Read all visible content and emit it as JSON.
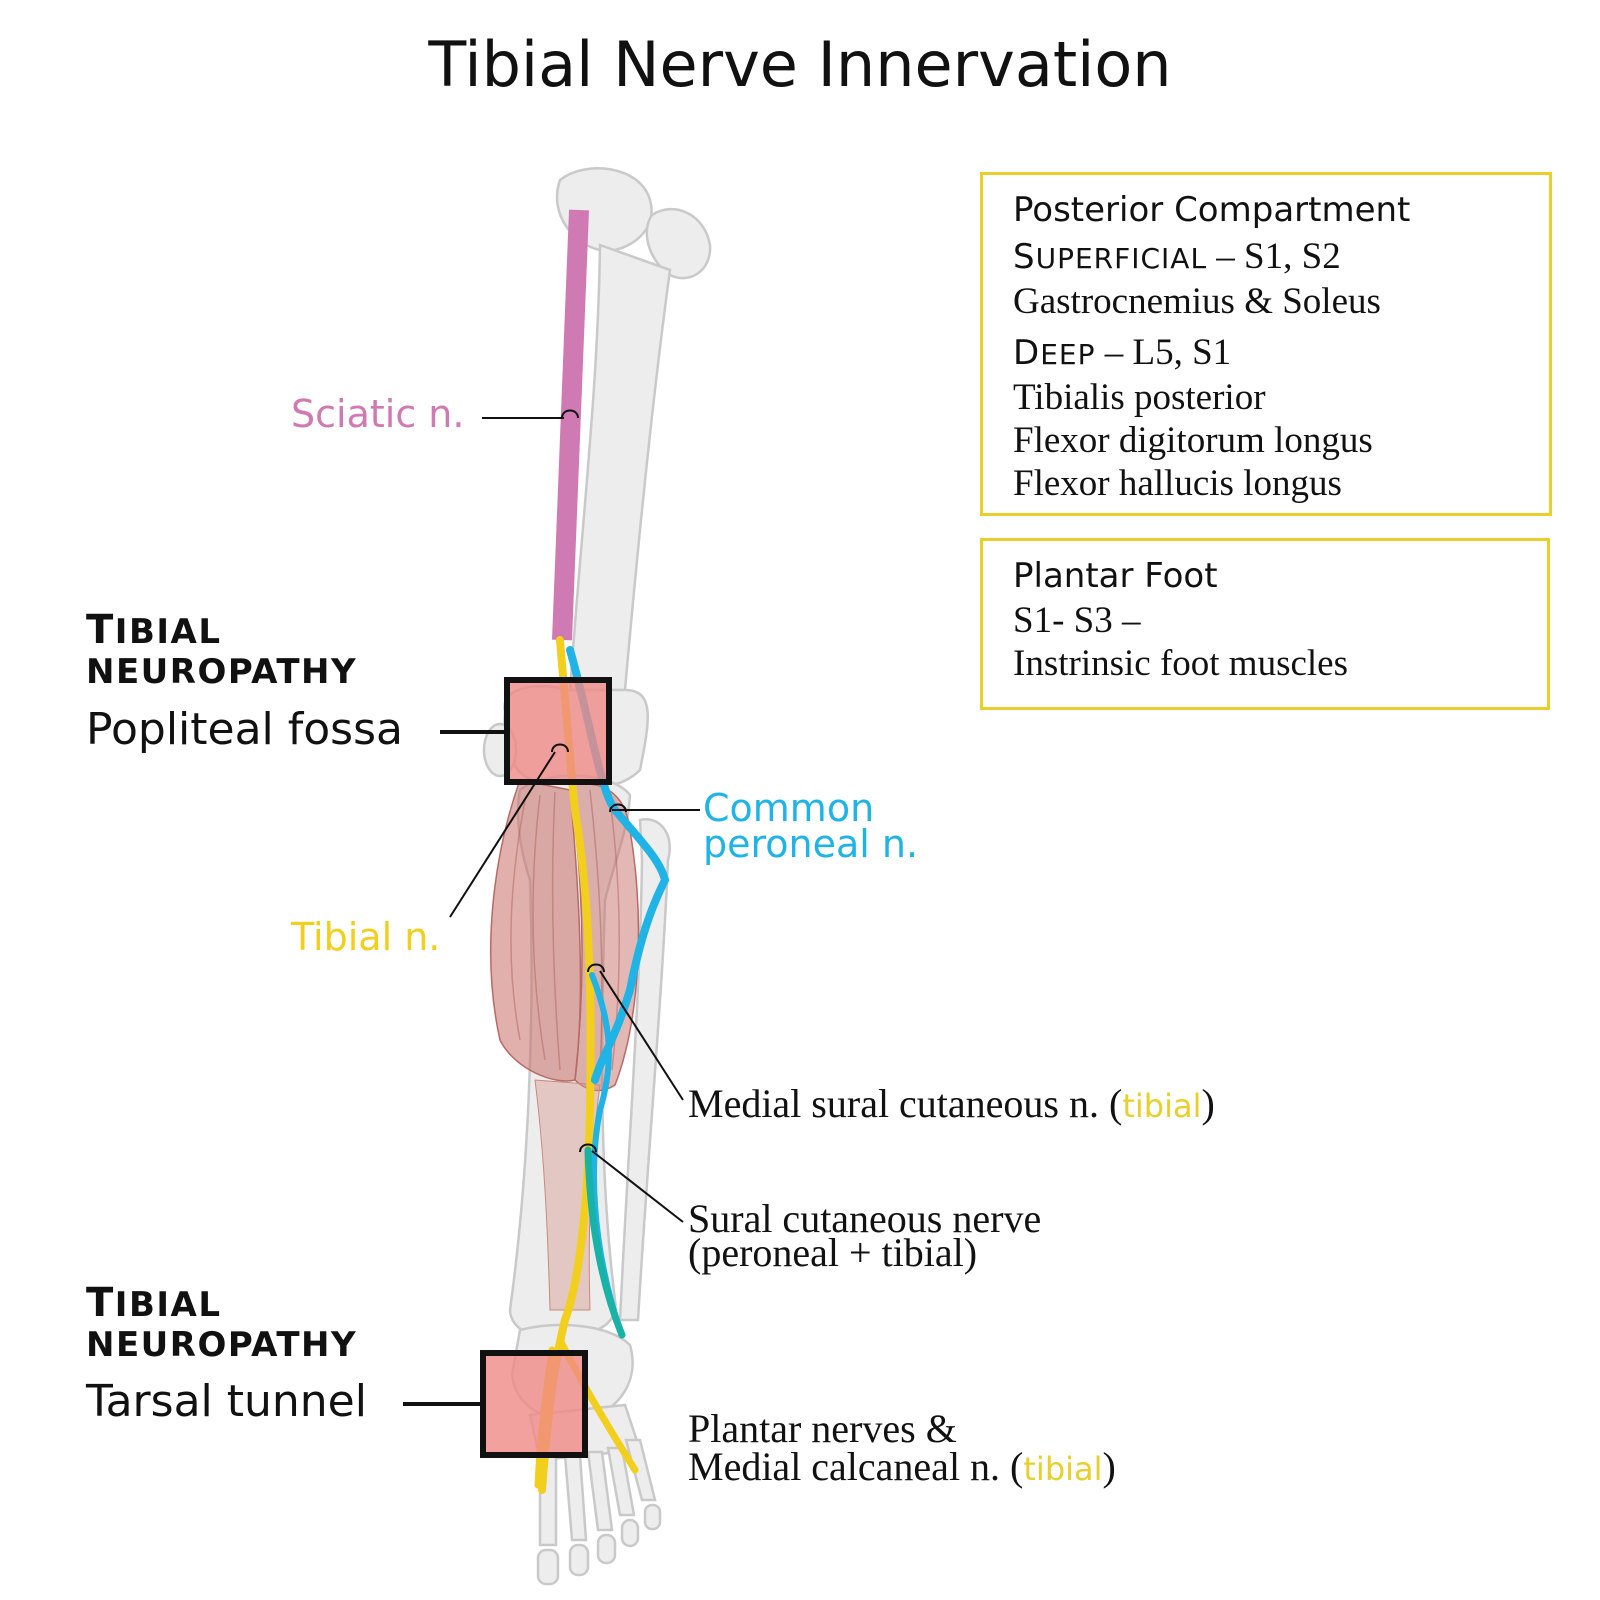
{
  "title": "Tibial Nerve Innervation",
  "labels": {
    "sciatic": "Sciatic n.",
    "common_peroneal_line1": "Common",
    "common_peroneal_line2": "peroneal n.",
    "tibial": "Tibial n.",
    "medial_sural": "Medial sural cutaneous n. (",
    "medial_sural_tag": "tibial",
    "medial_sural_close": ")",
    "sural_line1": "Sural cutaneous nerve",
    "sural_line2": "(peroneal + tibial)",
    "plantar_line1": "Plantar nerves &",
    "plantar_line2": "Medial calcaneal n. (",
    "plantar_tag": "tibial",
    "plantar_close": ")"
  },
  "neuropathy": {
    "heading_1a": "T",
    "heading_1b": "IBIAL",
    "heading_2": "NEUROPATHY",
    "sites": [
      "Popliteal fossa",
      "Tarsal tunnel"
    ]
  },
  "posterior_box": {
    "title": "Posterior Compartment",
    "superficial_cap": "S",
    "superficial_rest": "UPERFICIAL",
    "superficial_roots": " – S1, S2",
    "superficial_muscles": "Gastrocnemius & Soleus",
    "deep_cap": "D",
    "deep_rest": "EEP",
    "deep_roots": " – L5, S1",
    "deep_muscles": [
      "Tibialis posterior",
      "Flexor digitorum longus",
      "Flexor hallucis longus"
    ]
  },
  "plantar_box": {
    "title": "Plantar Foot",
    "roots": "S1- S3 –",
    "muscles": "Instrinsic foot muscles"
  },
  "colors": {
    "sciatic": "#d07ab4",
    "tibial": "#f2cf1c",
    "peroneal": "#1fb3e6",
    "sural": "#18b2a6",
    "box_border": "#e9cf2c",
    "lesion_fill": "#f08a86",
    "muscle": "#c8706a",
    "bone_fill": "#ededed",
    "bone_stroke": "#c9c9c9"
  }
}
